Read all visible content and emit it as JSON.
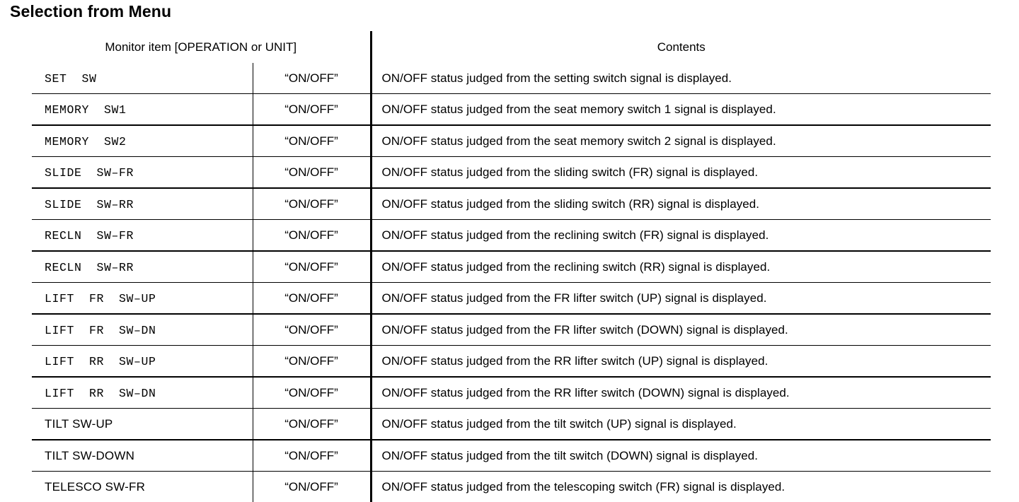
{
  "document": {
    "title": "Selection from Menu"
  },
  "table": {
    "headers": {
      "item": "Monitor item [OPERATION or UNIT]",
      "contents": "Contents"
    },
    "rows": [
      {
        "item": "SET  SW",
        "style": "mono",
        "unit": "“ON/OFF”",
        "contents": "ON/OFF status judged from the setting switch signal is displayed.",
        "thick_bottom": false
      },
      {
        "item": "MEMORY  SW1",
        "style": "mono",
        "unit": "“ON/OFF”",
        "contents": "ON/OFF status judged from the seat memory switch 1 signal is displayed.",
        "thick_bottom": true
      },
      {
        "item": "MEMORY  SW2",
        "style": "mono",
        "unit": "“ON/OFF”",
        "contents": "ON/OFF status judged from the seat memory switch 2 signal is displayed.",
        "thick_bottom": false
      },
      {
        "item": "SLIDE  SW–FR",
        "style": "mono",
        "unit": "“ON/OFF”",
        "contents": "ON/OFF status judged from the sliding switch (FR) signal is displayed.",
        "thick_bottom": true
      },
      {
        "item": "SLIDE  SW–RR",
        "style": "mono",
        "unit": "“ON/OFF”",
        "contents": "ON/OFF status judged from the sliding switch (RR) signal is displayed.",
        "thick_bottom": false
      },
      {
        "item": "RECLN  SW–FR",
        "style": "mono",
        "unit": "“ON/OFF”",
        "contents": "ON/OFF status judged from the reclining switch (FR) signal is displayed.",
        "thick_bottom": true
      },
      {
        "item": "RECLN  SW–RR",
        "style": "mono",
        "unit": "“ON/OFF”",
        "contents": "ON/OFF status judged from the reclining switch (RR) signal is displayed.",
        "thick_bottom": false
      },
      {
        "item": "LIFT  FR  SW–UP",
        "style": "mono",
        "unit": "“ON/OFF”",
        "contents": "ON/OFF status judged from the FR lifter switch (UP) signal is displayed.",
        "thick_bottom": true
      },
      {
        "item": "LIFT  FR  SW–DN",
        "style": "mono",
        "unit": "“ON/OFF”",
        "contents": "ON/OFF status judged from the FR lifter switch (DOWN) signal is displayed.",
        "thick_bottom": false
      },
      {
        "item": "LIFT  RR  SW–UP",
        "style": "mono",
        "unit": "“ON/OFF”",
        "contents": "ON/OFF status judged from the RR lifter switch (UP) signal is displayed.",
        "thick_bottom": true
      },
      {
        "item": "LIFT  RR  SW–DN",
        "style": "mono",
        "unit": "“ON/OFF”",
        "contents": "ON/OFF status judged from the RR lifter switch (DOWN) signal is displayed.",
        "thick_bottom": false
      },
      {
        "item": "TILT SW-UP",
        "style": "plain",
        "unit": "“ON/OFF”",
        "contents": "ON/OFF status judged from the tilt switch (UP) signal is displayed.",
        "thick_bottom": true
      },
      {
        "item": "TILT SW-DOWN",
        "style": "plain",
        "unit": "“ON/OFF”",
        "contents": "ON/OFF status judged from the tilt switch (DOWN) signal is displayed.",
        "thick_bottom": false
      },
      {
        "item": "TELESCO SW-FR",
        "style": "plain",
        "unit": "“ON/OFF”",
        "contents": "ON/OFF status judged from the telescoping switch (FR) signal is displayed.",
        "thick_bottom": false
      }
    ]
  },
  "colors": {
    "ink": "#000000",
    "paper": "#ffffff"
  }
}
